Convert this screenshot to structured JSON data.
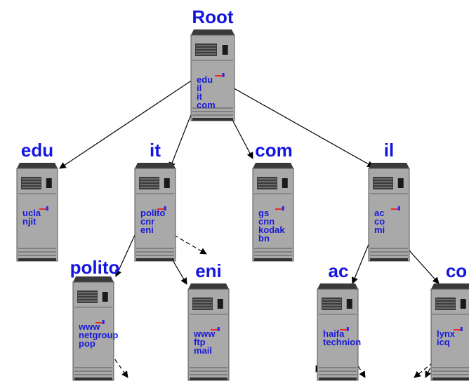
{
  "colors": {
    "label": "#1515e0",
    "entry": "#1a1ad8",
    "server_body": "#a9a9a9",
    "server_dark": "#3c3c3c",
    "arrow": "#000000",
    "accent_red": "#ff0000"
  },
  "servers": [
    {
      "id": "root",
      "title": "Root",
      "entries": [
        "edu",
        "il",
        "it",
        "com"
      ]
    },
    {
      "id": "edu",
      "title": "edu",
      "entries": [
        "ucla",
        "njit"
      ]
    },
    {
      "id": "it",
      "title": "it",
      "entries": [
        "polito",
        "cnr",
        "eni"
      ]
    },
    {
      "id": "com",
      "title": "com",
      "entries": [
        "gs",
        "cnn",
        "kodak",
        "bn"
      ]
    },
    {
      "id": "il",
      "title": "il",
      "entries": [
        "ac",
        "co",
        "mi"
      ]
    },
    {
      "id": "polito",
      "title": "polito",
      "entries": [
        "www",
        "netgroup",
        "pop"
      ]
    },
    {
      "id": "eni",
      "title": "eni",
      "entries": [
        "www",
        "ftp",
        "mail"
      ]
    },
    {
      "id": "ac",
      "title": "ac",
      "entries": [
        "haifa",
        "technion"
      ]
    },
    {
      "id": "co",
      "title": "co",
      "entries": [
        "lynx",
        "icq"
      ]
    }
  ],
  "links": [
    {
      "from": "root",
      "to": "edu",
      "style": "solid"
    },
    {
      "from": "root",
      "to": "it",
      "style": "solid"
    },
    {
      "from": "root",
      "to": "com",
      "style": "solid"
    },
    {
      "from": "root",
      "to": "il",
      "style": "solid"
    },
    {
      "from": "it",
      "to": "polito",
      "style": "solid"
    },
    {
      "from": "it",
      "to": "eni",
      "style": "solid"
    },
    {
      "from": "it",
      "to": "cnr-offpage",
      "style": "dashed"
    },
    {
      "from": "il",
      "to": "ac",
      "style": "solid"
    },
    {
      "from": "il",
      "to": "co",
      "style": "solid"
    },
    {
      "from": "polito",
      "to": "offpage",
      "style": "dashed"
    },
    {
      "from": "ac",
      "to": "offpage",
      "style": "dashed"
    },
    {
      "from": "co",
      "to": "offpage",
      "style": "dashed"
    }
  ]
}
